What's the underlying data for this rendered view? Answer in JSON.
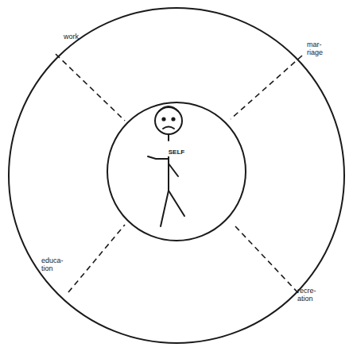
{
  "diagram": {
    "nodes": [
      {
        "text": [
          "SELF"
        ]
      }
    ],
    "labels": [
      "work",
      "mar- riage",
      "educa- tion",
      "recre- ation"
    ]
  }
}
